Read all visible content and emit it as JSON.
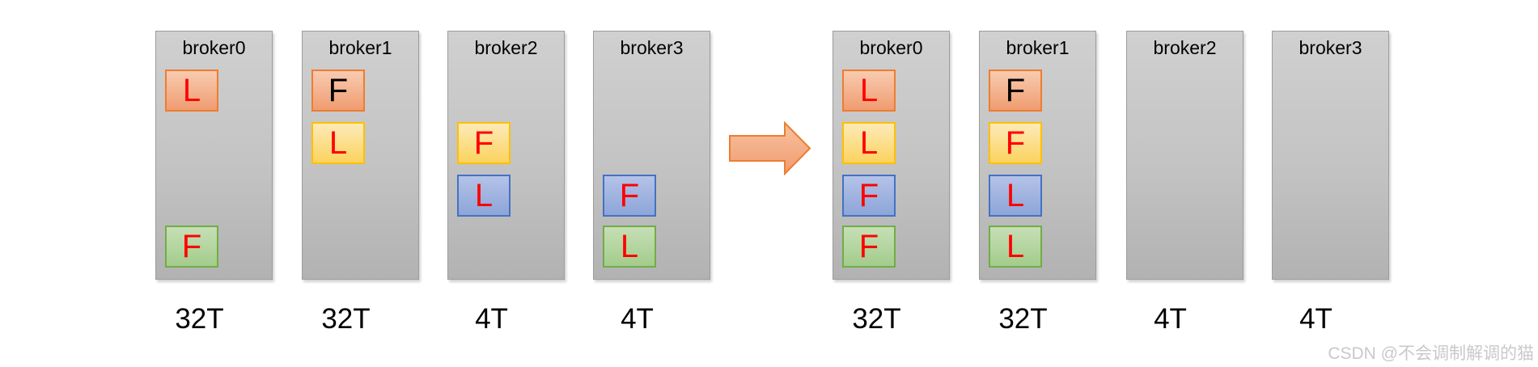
{
  "watermark": "CSDN @不会调制解调的猫",
  "topics": {
    "orange": {
      "fill_top": "#f8cbb1",
      "fill_bottom": "#f09c70",
      "border": "#ed7d31"
    },
    "yellow": {
      "fill_top": "#fdeab8",
      "fill_bottom": "#fbd35f",
      "border": "#ffc000"
    },
    "blue": {
      "fill_top": "#b4c3e7",
      "fill_bottom": "#8da5d8",
      "border": "#4472c4"
    },
    "green": {
      "fill_top": "#c6dfb6",
      "fill_bottom": "#a3cc8b",
      "border": "#70ad47"
    }
  },
  "letter_colors": {
    "red": "#ff0000",
    "black": "#000000"
  },
  "arrow": {
    "name": "right-arrow",
    "fill_top": "#f8c2a0",
    "fill_bottom": "#f09c70",
    "border": "#ed7d31"
  },
  "groups": [
    {
      "name": "before",
      "brokers": [
        {
          "label": "broker0",
          "capacity": "32T",
          "partitions": [
            {
              "topic": "orange",
              "role": "L",
              "slot": 0,
              "letter_color": "red"
            },
            {
              "topic": "green",
              "role": "F",
              "slot": 3,
              "letter_color": "red"
            }
          ]
        },
        {
          "label": "broker1",
          "capacity": "32T",
          "partitions": [
            {
              "topic": "orange",
              "role": "F",
              "slot": 0,
              "letter_color": "black"
            },
            {
              "topic": "yellow",
              "role": "L",
              "slot": 1,
              "letter_color": "red"
            }
          ]
        },
        {
          "label": "broker2",
          "capacity": "4T",
          "partitions": [
            {
              "topic": "yellow",
              "role": "F",
              "slot": 1,
              "letter_color": "red"
            },
            {
              "topic": "blue",
              "role": "L",
              "slot": 2,
              "letter_color": "red"
            }
          ]
        },
        {
          "label": "broker3",
          "capacity": "4T",
          "partitions": [
            {
              "topic": "blue",
              "role": "F",
              "slot": 2,
              "letter_color": "red"
            },
            {
              "topic": "green",
              "role": "L",
              "slot": 3,
              "letter_color": "red"
            }
          ]
        }
      ]
    },
    {
      "name": "after",
      "brokers": [
        {
          "label": "broker0",
          "capacity": "32T",
          "partitions": [
            {
              "topic": "orange",
              "role": "L",
              "slot": 0,
              "letter_color": "red"
            },
            {
              "topic": "yellow",
              "role": "L",
              "slot": 1,
              "letter_color": "red"
            },
            {
              "topic": "blue",
              "role": "F",
              "slot": 2,
              "letter_color": "red"
            },
            {
              "topic": "green",
              "role": "F",
              "slot": 3,
              "letter_color": "red"
            }
          ]
        },
        {
          "label": "broker1",
          "capacity": "32T",
          "partitions": [
            {
              "topic": "orange",
              "role": "F",
              "slot": 0,
              "letter_color": "black"
            },
            {
              "topic": "yellow",
              "role": "F",
              "slot": 1,
              "letter_color": "red"
            },
            {
              "topic": "blue",
              "role": "L",
              "slot": 2,
              "letter_color": "red"
            },
            {
              "topic": "green",
              "role": "L",
              "slot": 3,
              "letter_color": "red"
            }
          ]
        },
        {
          "label": "broker2",
          "capacity": "4T",
          "partitions": []
        },
        {
          "label": "broker3",
          "capacity": "4T",
          "partitions": []
        }
      ]
    }
  ]
}
